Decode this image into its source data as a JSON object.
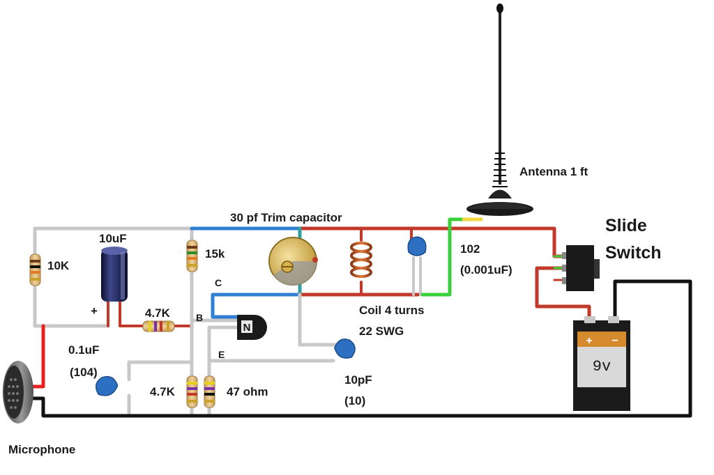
{
  "labels": {
    "antenna": "Antenna 1 ft",
    "trim_cap": "30 pf Trim capacitor",
    "slide": "Slide",
    "switch": "Switch",
    "cap_10uf": "10uF",
    "res_10k": "10K",
    "res_15k": "15k",
    "pin_c": "C",
    "pin_b": "B",
    "pin_e": "E",
    "plus": "+",
    "res_4k7_top": "4.7K",
    "cap_01uf": "0.1uF",
    "cap_104": "(104)",
    "res_4k7_bottom": "4.7K",
    "res_47ohm": "47 ohm",
    "cap_102": "102",
    "cap_0001uf": "(0.001uF)",
    "coil_1": "Coil 4 turns",
    "coil_2": "22 SWG",
    "cap_10pf": "10pF",
    "cap_10": "(10)",
    "microphone": "Microphone",
    "battery": "9v",
    "transistor_mark": "N",
    "battery_plus": "+",
    "battery_minus": "−"
  },
  "colors": {
    "wire_gray": "#c8c8c8",
    "wire_red": "#c0392b",
    "wire_bright_red": "#e8201e",
    "wire_blue": "#2f7fd3",
    "wire_green": "#3ccf3c",
    "wire_black": "#111111",
    "battery_body": "#1b1b1b",
    "battery_label": "#d58a2e",
    "capacitor_blue": "#2d6fc0",
    "electrolytic": "#1f2350"
  }
}
